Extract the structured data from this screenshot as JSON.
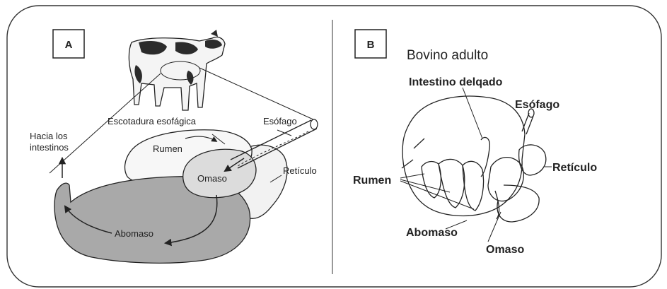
{
  "panel_a": {
    "letter": "A",
    "labels": {
      "hacia_1": "Hacia los",
      "hacia_2": "intestinos",
      "escotadura": "Escotadura esofágica",
      "esofago": "Esófago",
      "rumen": "Rumen",
      "omaso": "Omaso",
      "reticulo": "Retículo",
      "abomaso": "Abomaso"
    }
  },
  "panel_b": {
    "letter": "B",
    "title": "Bovino adulto",
    "labels": {
      "intestino": "Intestino delqado",
      "esofago": "Esófago",
      "reticulo": "Retículo",
      "rumen": "Rumen",
      "abomaso": "Abomaso",
      "omaso": "Omaso"
    }
  },
  "colors": {
    "abomaso_fill": "#a9a9a9",
    "omaso_fill": "#dcdcdc",
    "line": "#222222",
    "calf_spots": "#2b2b2b"
  }
}
